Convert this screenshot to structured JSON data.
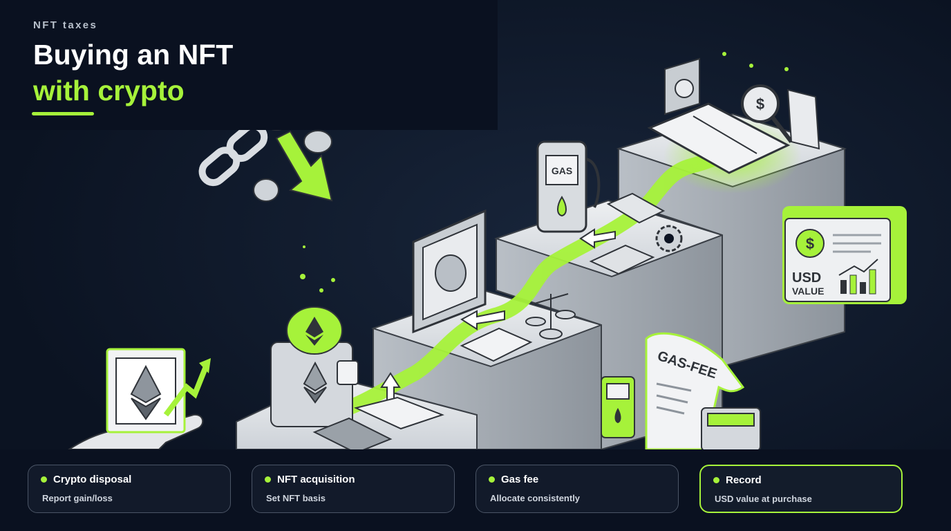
{
  "header": {
    "kicker": "NFT taxes",
    "title_line1": "Buying an NFT",
    "title_line2": "with crypto"
  },
  "illustration": {
    "gas_pump_label": "GAS",
    "receipt_label": "GAS-FEE",
    "usd_card": {
      "line1": "USD",
      "line2": "VALUE",
      "symbol": "$"
    },
    "magnifier_symbol": "$",
    "icons": [
      "chain-icon",
      "coin-icon",
      "wallet-icon",
      "ethereum-icon",
      "framed-nft-icon",
      "gas-pump-icon",
      "scales-icon",
      "calendar-icon",
      "ledger-book-icon",
      "calculator-icon",
      "gear-icon",
      "hand-icon"
    ]
  },
  "cards": [
    {
      "title": "Crypto disposal",
      "subtitle": "Report gain/loss"
    },
    {
      "title": "NFT acquisition",
      "subtitle": "Set NFT basis"
    },
    {
      "title": "Gas fee",
      "subtitle": "Allocate consistently"
    },
    {
      "title": "Record",
      "subtitle": "USD value at purchase"
    }
  ],
  "colors": {
    "background": "#0b1322",
    "accent": "#a6f23a",
    "card_border": "#4b5566",
    "text_primary": "#ffffff"
  }
}
